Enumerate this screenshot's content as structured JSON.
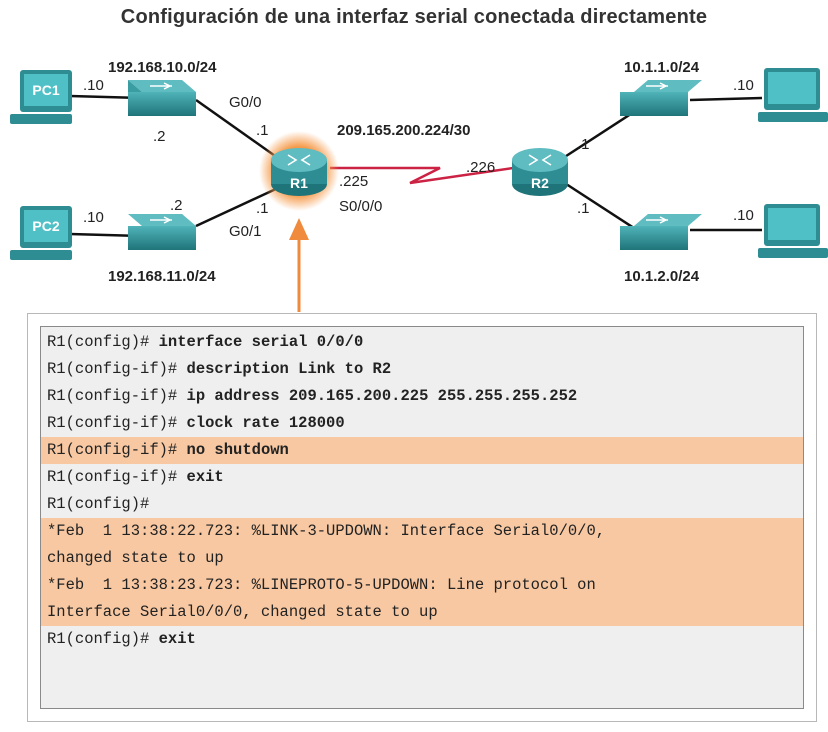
{
  "title": "Configuración de una interfaz serial conectada directamente",
  "devices": {
    "pc1": "PC1",
    "pc2": "PC2",
    "r1": "R1",
    "r2": "R2"
  },
  "networks": {
    "lan1": "192.168.10.0/24",
    "lan2": "192.168.11.0/24",
    "wan": "209.165.200.224/30",
    "lan3": "10.1.1.0/24",
    "lan4": "10.1.2.0/24"
  },
  "labels": {
    "pc1_host": ".10",
    "sw1_host": ".2",
    "r1_g00_if": "G0/0",
    "r1_g00_host": ".1",
    "pc2_host": ".10",
    "sw2_host": ".2",
    "r1_g01_host": ".1",
    "r1_g01_if": "G0/1",
    "r1_s000_host": ".225",
    "r1_s000_if": "S0/0/0",
    "r2_serial_host": ".226",
    "r2_top_host": ".1",
    "r2_bottom_host": ".1",
    "pc3_host": ".10",
    "pc4_host": ".10"
  },
  "colors": {
    "device_teal": "#2d8d93",
    "serial_link": "#cc2244",
    "callout_arrow": "#f08a3c",
    "highlight": "#f7c8a2"
  },
  "console_lines": [
    {
      "prompt": "R1(config)# ",
      "command": "interface serial 0/0/0",
      "highlight": false
    },
    {
      "prompt": "R1(config-if)# ",
      "command": "description Link to R2",
      "highlight": false
    },
    {
      "prompt": "R1(config-if)# ",
      "command": "ip address 209.165.200.225 255.255.255.252",
      "highlight": false
    },
    {
      "prompt": "R1(config-if)# ",
      "command": "clock rate 128000",
      "highlight": false
    },
    {
      "prompt": "R1(config-if)# ",
      "command": "no shutdown",
      "highlight": true
    },
    {
      "prompt": "R1(config-if)# ",
      "command": "exit",
      "highlight": false
    },
    {
      "prompt": "R1(config)#",
      "command": "",
      "highlight": false
    },
    {
      "prompt": "*Feb  1 13:38:22.723: %LINK-3-UPDOWN: Interface Serial0/0/0,",
      "command": "",
      "highlight": true
    },
    {
      "prompt": "changed state to up",
      "command": "",
      "highlight": true
    },
    {
      "prompt": "*Feb  1 13:38:23.723: %LINEPROTO-5-UPDOWN: Line protocol on",
      "command": "",
      "highlight": true
    },
    {
      "prompt": "Interface Serial0/0/0, changed state to up",
      "command": "",
      "highlight": true
    },
    {
      "prompt": "R1(config)# ",
      "command": "exit",
      "highlight": false
    }
  ]
}
